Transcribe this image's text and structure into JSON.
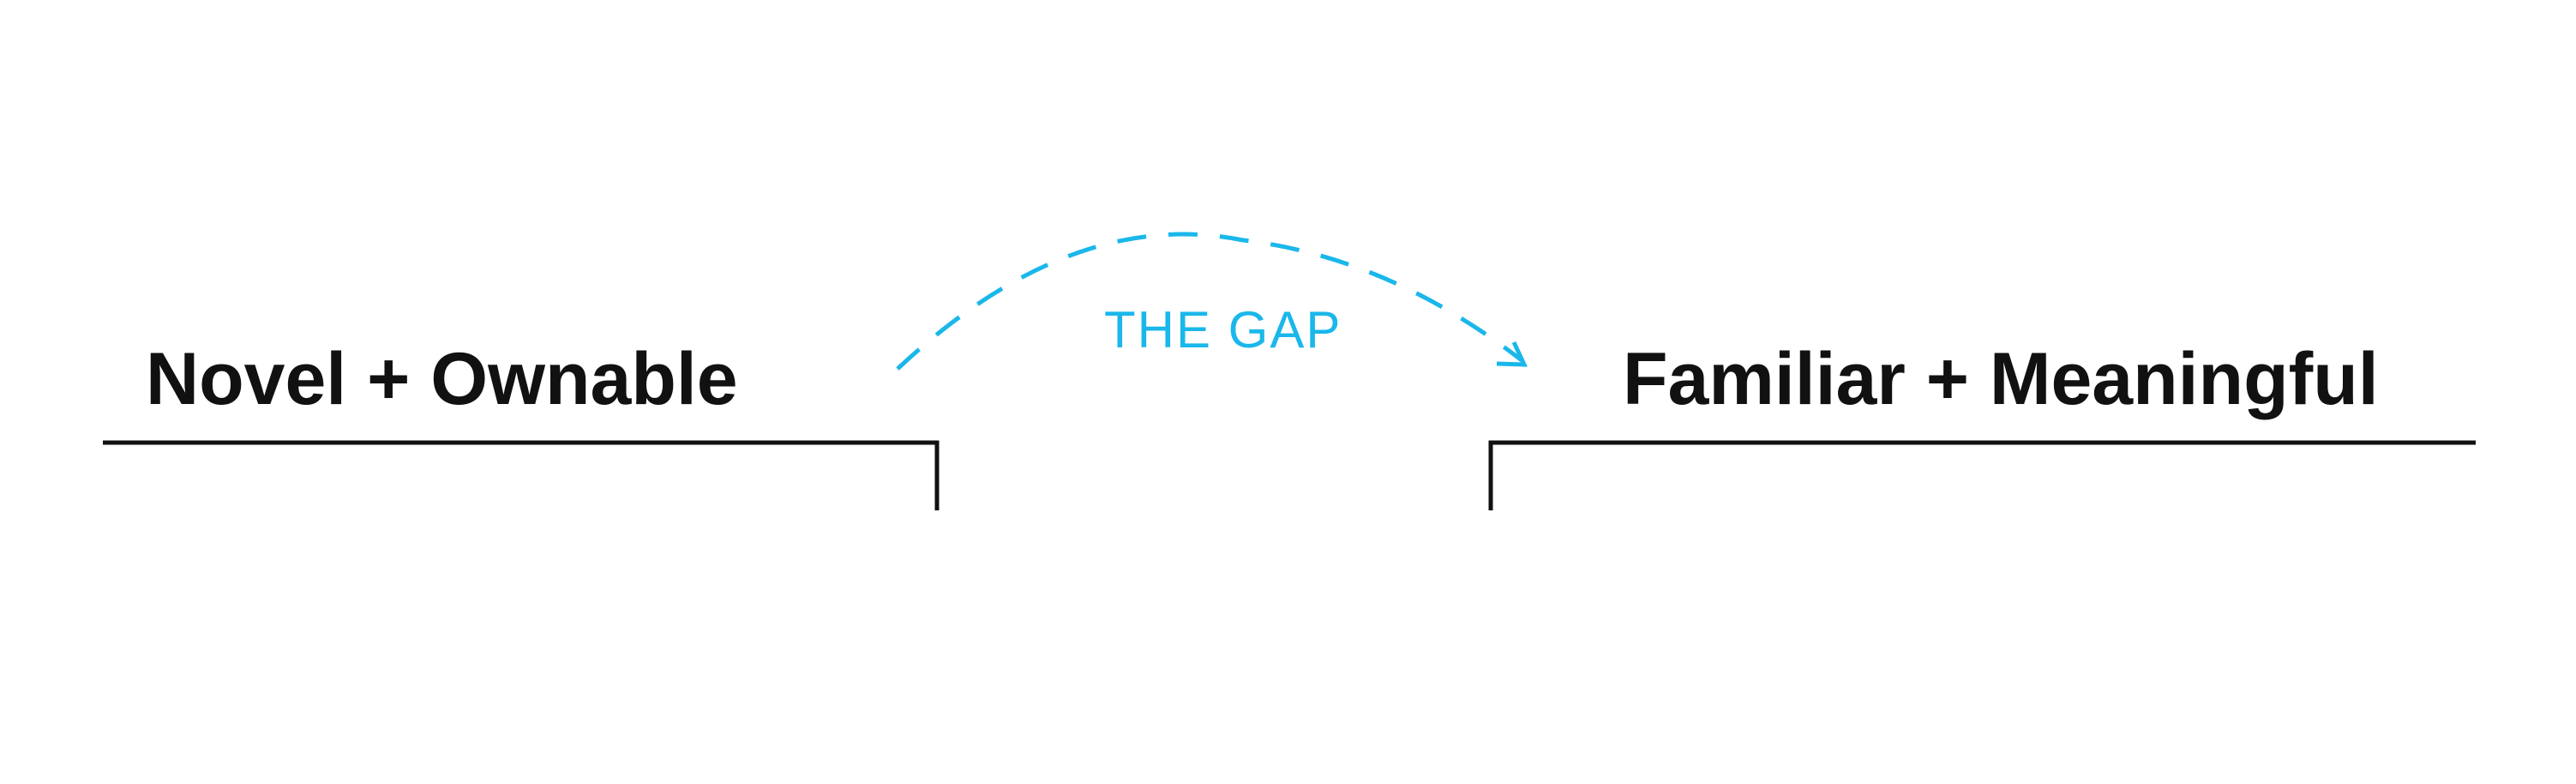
{
  "left_label": "Novel + Ownable",
  "right_label": "Familiar + Meaningful",
  "gap_label": "THE GAP",
  "colors": {
    "text": "#111111",
    "accent": "#1ab7ea",
    "line": "#111111"
  }
}
